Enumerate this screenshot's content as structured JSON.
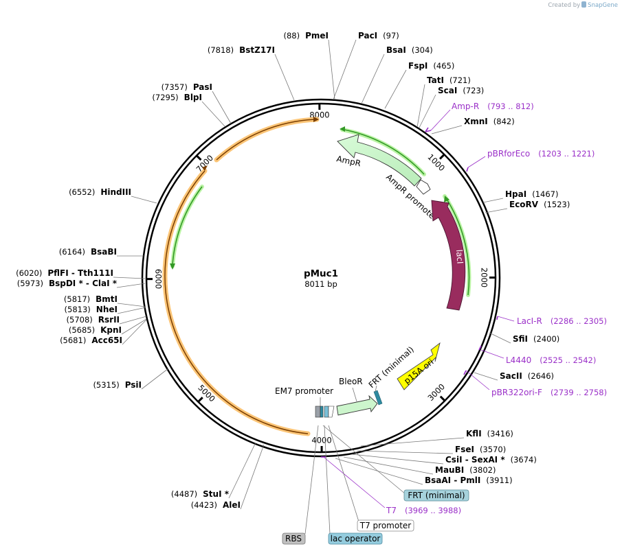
{
  "credit": {
    "prefix": "Created by",
    "brand": "SnapGene"
  },
  "plasmid": {
    "name": "pMuc1",
    "size_label": "8011 bp",
    "length": 8011
  },
  "ticks": [
    "8000",
    "1000",
    "2000",
    "3000",
    "4000",
    "5000",
    "6000",
    "7000"
  ],
  "sites": [
    {
      "id": "pmei",
      "name": "PmeI",
      "pos": "(88)",
      "side": "left"
    },
    {
      "id": "paci",
      "name": "PacI",
      "pos": "(97)",
      "side": "right"
    },
    {
      "id": "bstz17i",
      "name": "BstZ17I",
      "pos": "(7818)",
      "side": "left"
    },
    {
      "id": "bsai",
      "name": "BsaI",
      "pos": "(304)",
      "side": "right"
    },
    {
      "id": "fspi",
      "name": "FspI",
      "pos": "(465)",
      "side": "right"
    },
    {
      "id": "tati",
      "name": "TatI",
      "pos": "(721)",
      "side": "right"
    },
    {
      "id": "scai",
      "name": "ScaI",
      "pos": "(723)",
      "side": "right"
    },
    {
      "id": "xmni",
      "name": "XmnI",
      "pos": "(842)",
      "side": "right"
    },
    {
      "id": "pasi",
      "name": "PasI",
      "pos": "(7357)",
      "side": "left"
    },
    {
      "id": "blpi",
      "name": "BlpI",
      "pos": "(7295)",
      "side": "left"
    },
    {
      "id": "hpai",
      "name": "HpaI",
      "pos": "(1467)",
      "side": "right"
    },
    {
      "id": "ecorv",
      "name": "EcoRV",
      "pos": "(1523)",
      "side": "right"
    },
    {
      "id": "hindiii",
      "name": "HindIII",
      "pos": "(6552)",
      "side": "left"
    },
    {
      "id": "bsabi",
      "name": "BsaBI",
      "pos": "(6164)",
      "side": "left"
    },
    {
      "id": "pflfi",
      "name": "PflFI  - Tth111I",
      "pos": "(6020)",
      "side": "left"
    },
    {
      "id": "bspdi",
      "name": "BspDI *  - ClaI *",
      "pos": "(5973)",
      "side": "left"
    },
    {
      "id": "bmti",
      "name": "BmtI",
      "pos": "(5817)",
      "side": "left"
    },
    {
      "id": "nhei",
      "name": "NheI",
      "pos": "(5813)",
      "side": "left"
    },
    {
      "id": "rsrii",
      "name": "RsrII",
      "pos": "(5708)",
      "side": "left"
    },
    {
      "id": "kpni",
      "name": "KpnI",
      "pos": "(5685)",
      "side": "left"
    },
    {
      "id": "acc65i",
      "name": "Acc65I",
      "pos": "(5681)",
      "side": "left"
    },
    {
      "id": "sfii",
      "name": "SfiI",
      "pos": "(2400)",
      "side": "right"
    },
    {
      "id": "sacii",
      "name": "SacII",
      "pos": "(2646)",
      "side": "right"
    },
    {
      "id": "psii",
      "name": "PsiI",
      "pos": "(5315)",
      "side": "left"
    },
    {
      "id": "kfli",
      "name": "KflI",
      "pos": "(3416)",
      "side": "right"
    },
    {
      "id": "fsei",
      "name": "FseI",
      "pos": "(3570)",
      "side": "right"
    },
    {
      "id": "csii",
      "name": "CsiI  - SexAI *",
      "pos": "(3674)",
      "side": "right"
    },
    {
      "id": "maubi",
      "name": "MauBI",
      "pos": "(3802)",
      "side": "right"
    },
    {
      "id": "bsaai",
      "name": "BsaAI  - PmlI",
      "pos": "(3911)",
      "side": "right"
    },
    {
      "id": "stui",
      "name": "StuI *",
      "pos": "(4487)",
      "side": "left"
    },
    {
      "id": "alei",
      "name": "AleI",
      "pos": "(4423)",
      "side": "left"
    }
  ],
  "primers": [
    {
      "id": "amp-r",
      "name": "Amp-R",
      "range": "(793 .. 812)"
    },
    {
      "id": "pbrforeco",
      "name": "pBRforEco",
      "range": "(1203 .. 1221)"
    },
    {
      "id": "laci-r",
      "name": "LacI-R",
      "range": "(2286 .. 2305)"
    },
    {
      "id": "l4440",
      "name": "L4440",
      "range": "(2525 .. 2542)"
    },
    {
      "id": "pbr322ori-f",
      "name": "pBR322ori-F",
      "range": "(2739 .. 2758)"
    },
    {
      "id": "t7",
      "name": "T7",
      "range": "(3969 .. 3988)"
    }
  ],
  "features": {
    "ampr": "AmpR",
    "ampr_promoter": "AmpR promoter",
    "laci": "lacI",
    "p15a_ori": "p15A ori",
    "frt_minimal": "FRT (minimal)",
    "bleor": "BleoR",
    "em7_promoter": "EM7 promoter"
  },
  "boxed_features": {
    "frt_minimal": "FRT (minimal)",
    "t7_promoter": "T7 promoter",
    "rbs": "RBS",
    "lac_operator": "lac operator"
  },
  "colors": {
    "ampr_fill": "#ccf5cc",
    "laci_fill": "#992c5e",
    "p15a_fill": "#ffff00",
    "orf_arrow": "#339926",
    "orf_glow": "#baf3a4",
    "orange_glow": "#fbc577",
    "primer": "#9a2fc8",
    "frt_box": "#a6d2dc",
    "lacop_box": "#94ccde",
    "rbs_box": "#c0c0c0",
    "teal": "#2e8aa0"
  }
}
